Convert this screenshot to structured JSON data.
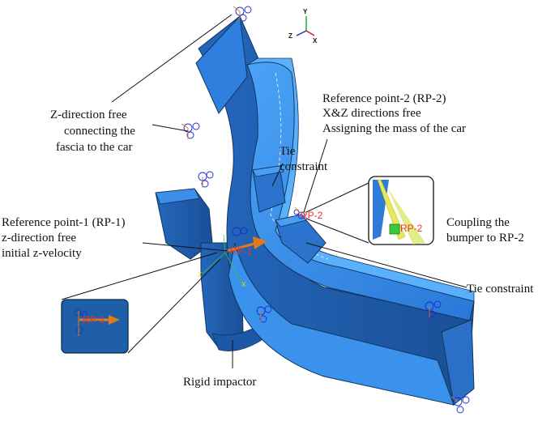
{
  "triad": {
    "y": "Y",
    "z": "Z",
    "x": "X"
  },
  "labels": {
    "zfree": [
      "Z-direction free",
      "connecting the",
      "fascia to the car"
    ],
    "rp2": [
      "Reference point-2 (RP-2)",
      "X&Z directions free",
      "Assigning the mass of the car"
    ],
    "tie1": [
      "Tie",
      "constraint"
    ],
    "coupling": [
      "Coupling the",
      "bumper to RP-2"
    ],
    "rp1": [
      "Reference point-1 (RP-1)",
      "z-direction free",
      "initial z-velocity"
    ],
    "tie2": "Tie constraint",
    "impactor": "Rigid impactor"
  },
  "markers": {
    "rp2": "RP-2",
    "rp1": "RP-1",
    "inset_rp2": "RP-2",
    "inset_rp1": "RP-1"
  },
  "colors": {
    "part": "#2f86e6",
    "part_dark": "#1f5fb0",
    "part_light": "#4aa0f5",
    "edge": "#10365f",
    "inset_bg": "#1e5fa8",
    "rp_text": "#e8322e",
    "arrow": "#e07a1e",
    "constraint": "#1a2bd8"
  }
}
